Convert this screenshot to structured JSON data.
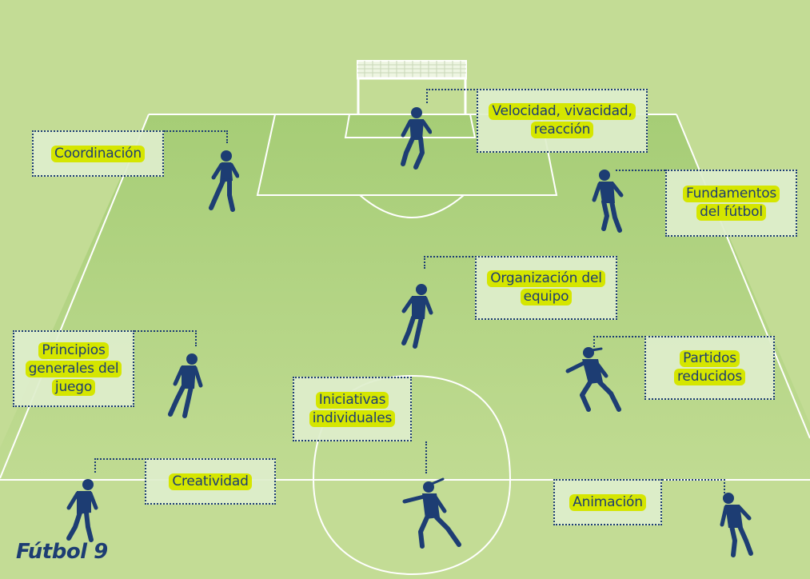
{
  "title": "Fútbol 9",
  "colors": {
    "pitch_light": "#c3dc95",
    "pitch_dark": "#a9cf7a",
    "line": "#ffffff",
    "player": "#1d3d73",
    "highlight": "#d5e600",
    "label_bg": "#deeecc",
    "border": "#1d3d73"
  },
  "labels": {
    "coordinacion": [
      "Coordinación"
    ],
    "velocidad": [
      "Velocidad, vivacidad,",
      "reacción"
    ],
    "fundamentos": [
      "Fundamentos",
      "del fútbol"
    ],
    "organizacion": [
      "Organización del",
      "equipo"
    ],
    "principios": [
      "Principios",
      "generales del",
      "juego"
    ],
    "partidos": [
      "Partidos",
      "reducidos"
    ],
    "iniciativas": [
      "Iniciativas",
      "individuales"
    ],
    "creatividad": [
      "Creatividad"
    ],
    "animacion": [
      "Animación"
    ]
  },
  "icons": {
    "goal": "goal-net-icon",
    "player": "player-silhouette-icon"
  }
}
